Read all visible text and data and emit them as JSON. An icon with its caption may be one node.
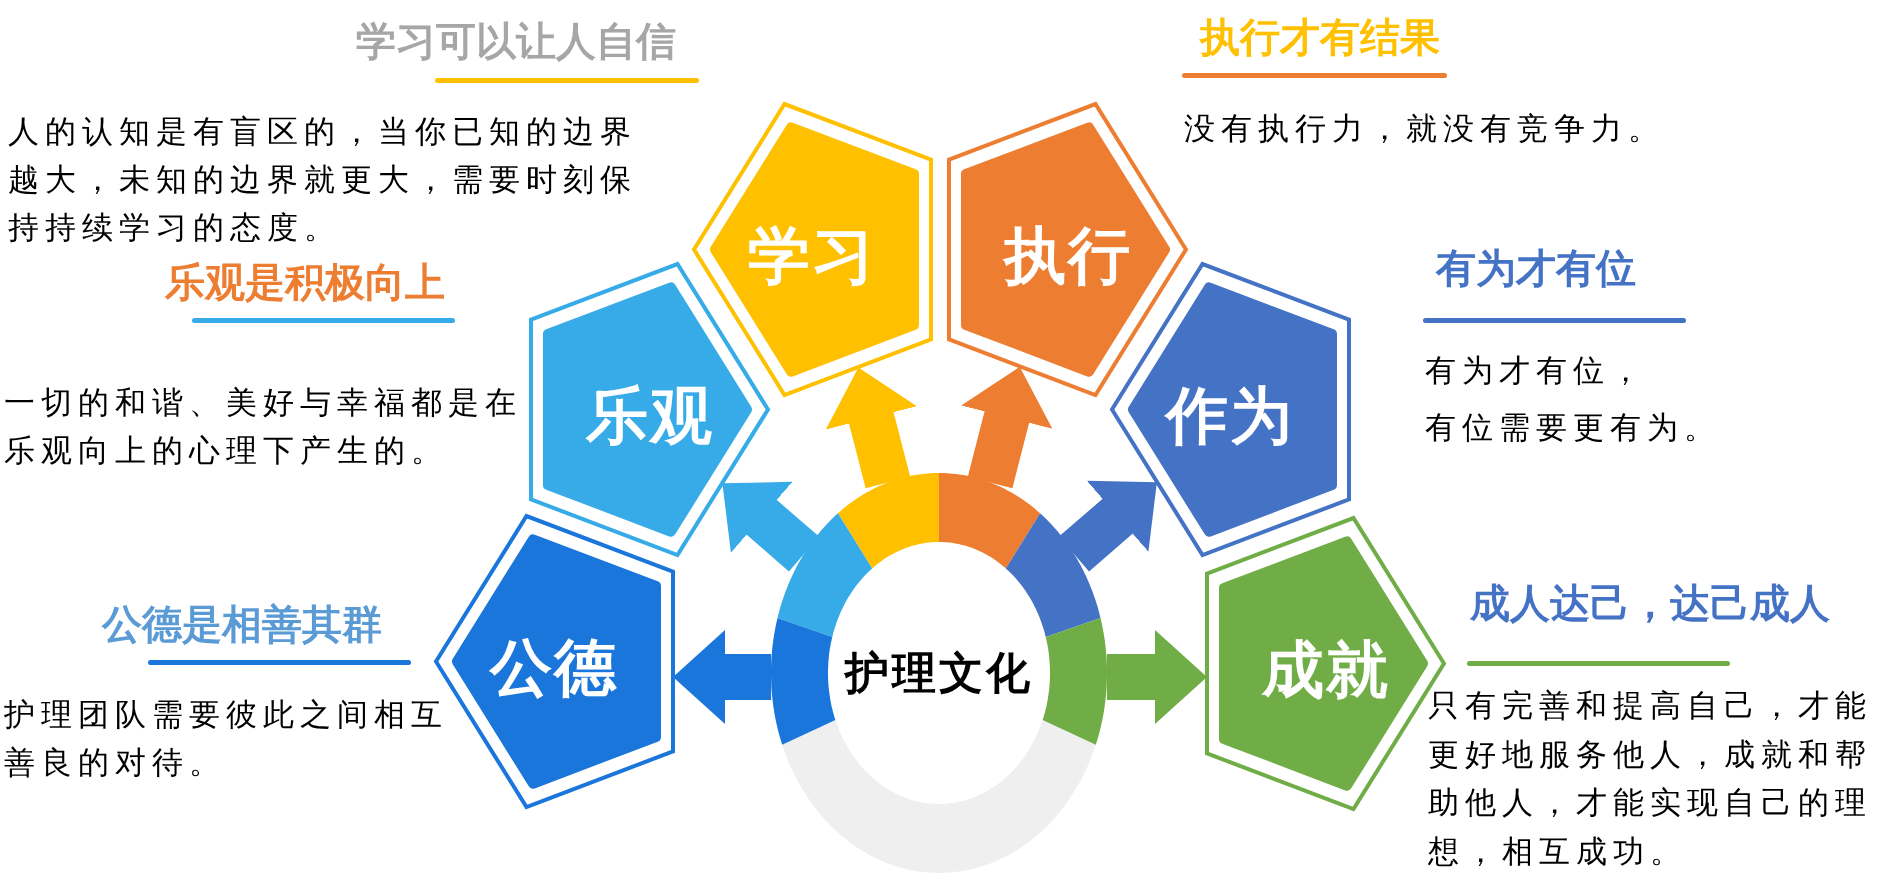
{
  "diagram": {
    "nodes": [
      {
        "text": [
          "学习"
        ],
        "beside": [
          "学习可以让人自信"
        ]
      },
      {
        "text": [
          "执行"
        ],
        "beside": [
          "执行才有结果",
          "没有执行力，就没有竞争力。"
        ]
      },
      {
        "text": [
          "乐观"
        ],
        "beside": [
          "乐观是积极向上",
          "一切的和谐、美好与幸福都是在乐观向上的心理下产生的。"
        ]
      },
      {
        "text": [
          "作为"
        ],
        "beside": [
          "有为才有位",
          "有为才有位，有位需要更有为。"
        ]
      },
      {
        "text": [
          "公德"
        ],
        "beside": [
          "公德是相善其群",
          "护理团队需要彼此之间相互善良的对待。"
        ]
      },
      {
        "text": [
          "护理文化"
        ]
      },
      {
        "text": [
          "成就"
        ],
        "beside": [
          "成人达己，达己成人",
          "只有完善和提高自己，才能更好地服务他人，成就和帮助他人，才能实现自己的理想，相互成功。"
        ]
      }
    ],
    "edges": [
      {
        "from": 5,
        "to": 0,
        "arrow": "to",
        "color": "#ffc000"
      },
      {
        "from": 5,
        "to": 1,
        "arrow": "to",
        "color": "#ed7d31"
      },
      {
        "from": 5,
        "to": 2,
        "arrow": "to",
        "color": "#37abe7"
      },
      {
        "from": 5,
        "to": 3,
        "arrow": "to",
        "color": "#4472c4"
      },
      {
        "from": 5,
        "to": 4,
        "arrow": "to",
        "color": "#1b76db"
      },
      {
        "from": 5,
        "to": 6,
        "arrow": "to",
        "color": "#70ad47"
      }
    ],
    "labels": [
      "人的认知是有盲区的，当你已知的边界越大，未知的边界就更大，需要时刻保持持续学习的态度。"
    ]
  }
}
